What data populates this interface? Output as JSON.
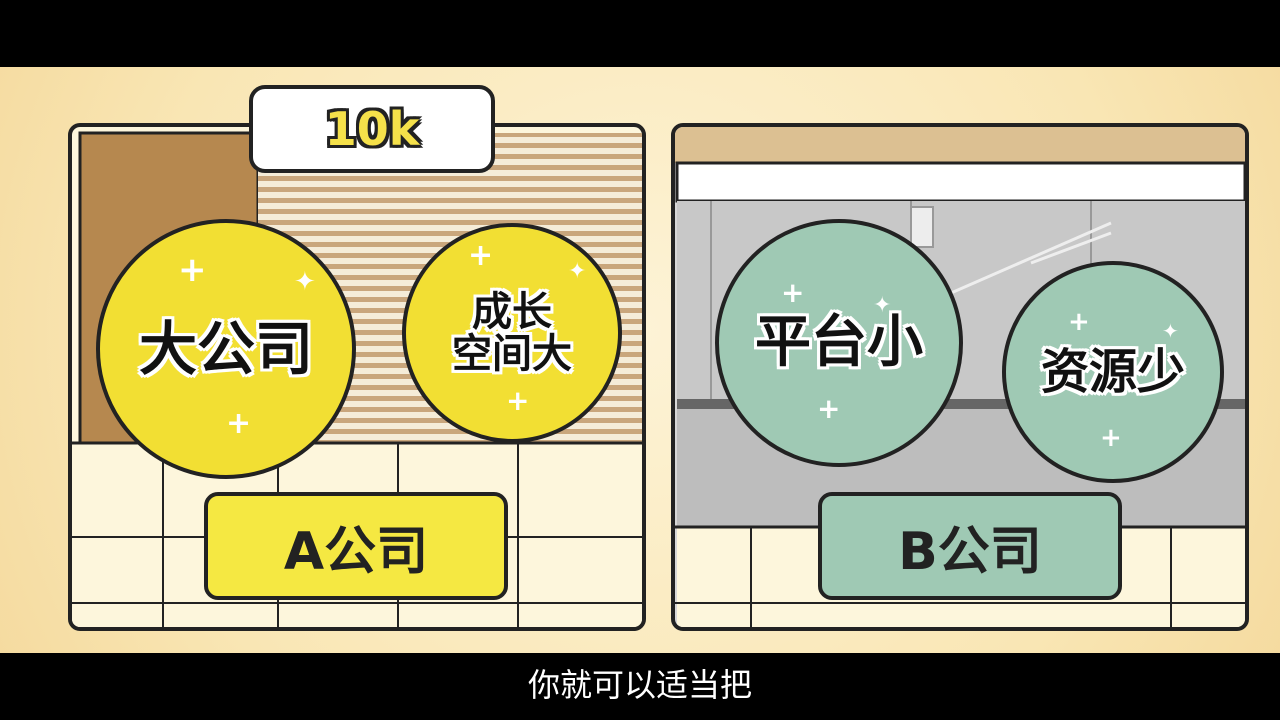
{
  "speech_bubble": {
    "text": "10k"
  },
  "company_a": {
    "label": "A公司",
    "big_circle": "大公司",
    "small_circle_line1": "成长",
    "small_circle_line2": "空间大",
    "color": "#f5e236"
  },
  "company_b": {
    "label": "B公司",
    "big_circle": "平台小",
    "small_circle": "资源少",
    "color": "#9fc9b4"
  },
  "subtitle": "你就可以适当把"
}
